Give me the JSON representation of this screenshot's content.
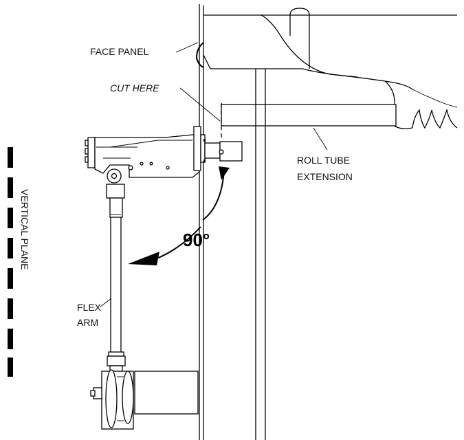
{
  "labels": {
    "face_panel": "FACE PANEL",
    "cut_here": "CUT HERE",
    "roll_tube_line1": "ROLL TUBE",
    "roll_tube_line2": "EXTENSION",
    "angle": "90°",
    "flex_arm_line1": "FLEX",
    "flex_arm_line2": "ARM",
    "vertical_plane": "VERTICAL PLANE"
  }
}
